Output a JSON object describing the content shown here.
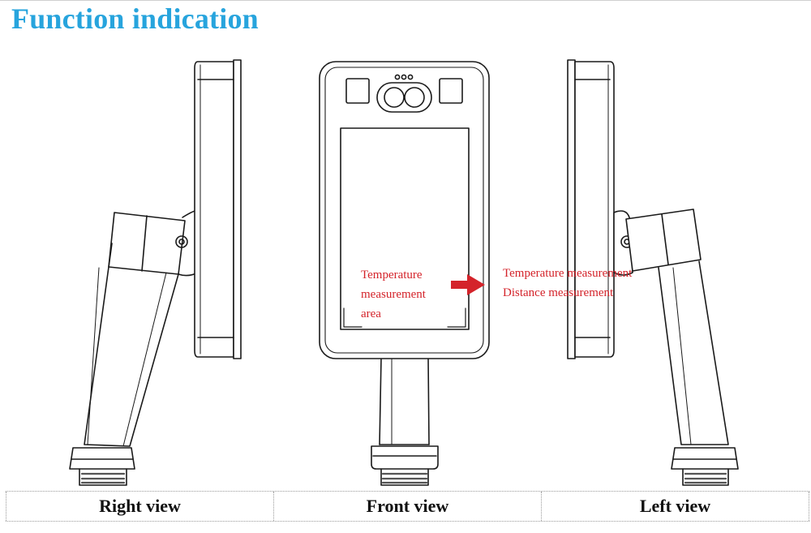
{
  "header": {
    "title": "Function indication"
  },
  "annotations": {
    "area_lines": [
      "Temperature",
      "measurement",
      "area"
    ],
    "function_lines": [
      "Temperature measurement",
      "Distance measurement"
    ]
  },
  "captions": {
    "right_view": "Right view",
    "front_view": "Front view",
    "left_view": "Left view"
  },
  "colors": {
    "title": "#27a4dd",
    "annotation": "#d4232a",
    "line": "#1a1a1a"
  }
}
